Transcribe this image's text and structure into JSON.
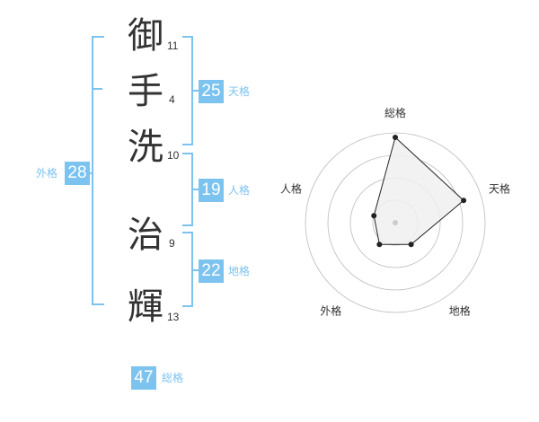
{
  "name": {
    "chars": [
      {
        "char": "御",
        "strokes": "11"
      },
      {
        "char": "手",
        "strokes": "4"
      },
      {
        "char": "洗",
        "strokes": "10"
      },
      {
        "char": "治",
        "strokes": "9"
      },
      {
        "char": "輝",
        "strokes": "13"
      }
    ]
  },
  "scores": {
    "tenkaku": {
      "value": "25",
      "label": "天格"
    },
    "jinkaku": {
      "value": "19",
      "label": "人格"
    },
    "chikaku": {
      "value": "22",
      "label": "地格"
    },
    "gaikaku": {
      "value": "28",
      "label": "外格"
    },
    "soukaku": {
      "value": "47",
      "label": "総格"
    }
  },
  "chart_data": {
    "type": "radar",
    "axes": [
      "総格",
      "天格",
      "地格",
      "外格",
      "人格"
    ],
    "values": [
      0.95,
      0.8,
      0.3,
      0.3,
      0.25
    ],
    "rings": 4,
    "colors": {
      "fill": "#f0f0f0",
      "line": "#222222",
      "grid": "#bbbbbb"
    }
  }
}
